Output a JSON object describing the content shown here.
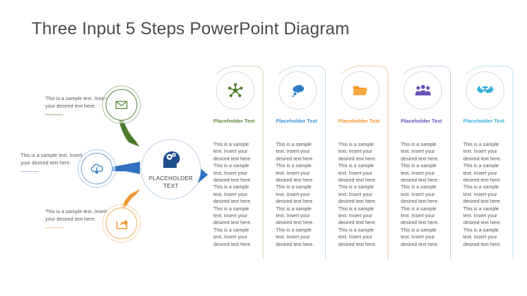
{
  "slide": {
    "title": "Three Input 5 Steps PowerPoint Diagram",
    "background": "#ffffff"
  },
  "center": {
    "label": "PLACEHOLDER TEXT",
    "icon": "head-with-gears-icon",
    "color": "#1f4e8c",
    "ring_color": "#b9cfe4"
  },
  "inputs": [
    {
      "text": "This is a sample text. Insert your desired text here.",
      "icon": "envelope-icon",
      "color": "#5a8a3c",
      "connector_color": "#4e7a2e"
    },
    {
      "text": "This is a sample text. Insert your desired text here.",
      "icon": "cloud-download-icon",
      "color": "#3d7fc1",
      "connector_color": "#2f72bf"
    },
    {
      "text": "This is a sample text. Insert your desired text here.",
      "icon": "share-export-icon",
      "color": "#f0962c",
      "connector_color": "#f0962c"
    }
  ],
  "arrow": {
    "name": "right-arrow-icon",
    "color": "#2f72bf"
  },
  "steps": [
    {
      "heading": "Placeholder Text",
      "body": "This is a sample text. Insert your desired text here. This is a sample text. Insert your desired text here. This is a sample text. Insert your desired text here. This is a sample text. Insert your desired text here. This is a sample text. Insert your desired text here.",
      "icon": "network-hub-icon",
      "color": "#5a8a3c",
      "frame_color": "#c7d6b4"
    },
    {
      "heading": "Placeholder Text",
      "body": "This is a sample text. Insert your desired text here. This is a sample text. Insert your desired text here. This is a sample text. Insert your desired text here. This is a sample text. Insert your desired text here. This is a sample text. Insert your desired text here.",
      "icon": "thought-cloud-icon",
      "color": "#3d8fd6",
      "frame_color": "#bcd7ea"
    },
    {
      "heading": "Placeholder Text",
      "body": "This is a sample text. Insert your desired text here. This is a sample text. Insert your desired text here. This is a sample text. Insert your desired text here. This is a sample text. Insert your desired text here. This is a sample text. Insert your desired text here.",
      "icon": "folder-icon",
      "color": "#f0962c",
      "frame_color": "#e8c79a"
    },
    {
      "heading": "Placeholder Text",
      "body": "This is a sample text. Insert your desired text here. This is a sample text. Insert your desired text here. This is a sample text. Insert your desired text here. This is a sample text. Insert your desired text here. This is a sample text. Insert your desired text here.",
      "icon": "people-group-icon",
      "color": "#6b4fbb",
      "frame_color": "#cfc6e4"
    },
    {
      "heading": "Placeholder Text",
      "body": "This is a sample text. Insert your desired text here. This is a sample text. Insert your desired text here. This is a sample text. Insert your desired text here. This is a sample text. Insert your desired text here. This is a sample text. Insert your desired text here.",
      "icon": "handshake-icon",
      "color": "#35b0d9",
      "frame_color": "#b7dfee"
    }
  ]
}
